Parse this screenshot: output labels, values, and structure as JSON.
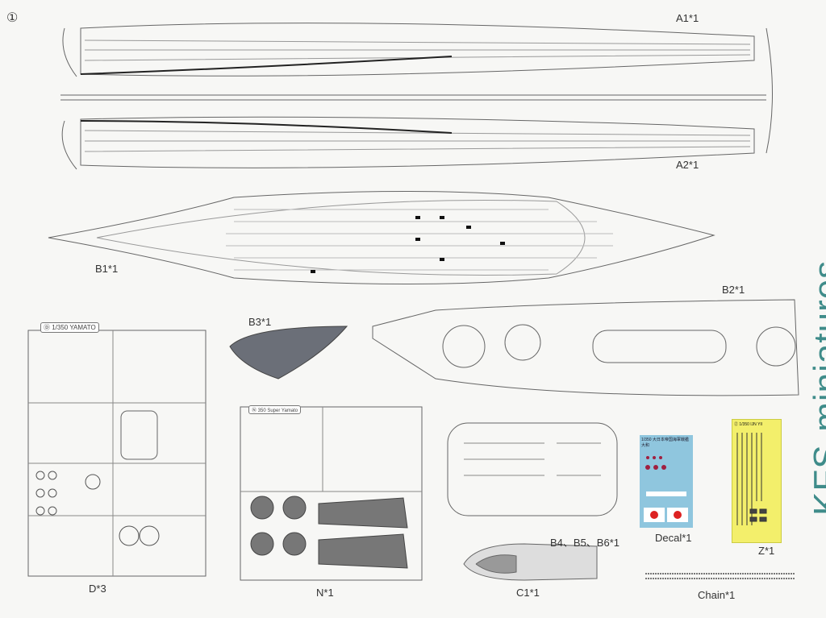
{
  "page": {
    "step_marker": "①"
  },
  "parts": {
    "a1": "A1*1",
    "a2": "A2*1",
    "b1": "B1*1",
    "b2": "B2*1",
    "b3": "B3*1",
    "d": "D*3",
    "n": "N*1",
    "b456": "B4、B5、B6*1",
    "c1": "C1*1",
    "decal": "Decal*1",
    "z": "Z*1",
    "chain": "Chain*1"
  },
  "sprue_tags": {
    "d": "Ⓓ 1/350 YAMATO",
    "n": "Ⓝ 350 Super Yamato"
  },
  "decal_sheet": {
    "header": "1/350 大日本帝国海軍戦艦 大和"
  },
  "pe_sheet": {
    "header": "Ⓩ 1/350 IJN YII"
  },
  "watermark": "KFS-miniatures",
  "colors": {
    "line": "#555555",
    "pe": "#f3ef6b",
    "decal": "#8fc6de",
    "watermark": "#3f8c8a"
  }
}
